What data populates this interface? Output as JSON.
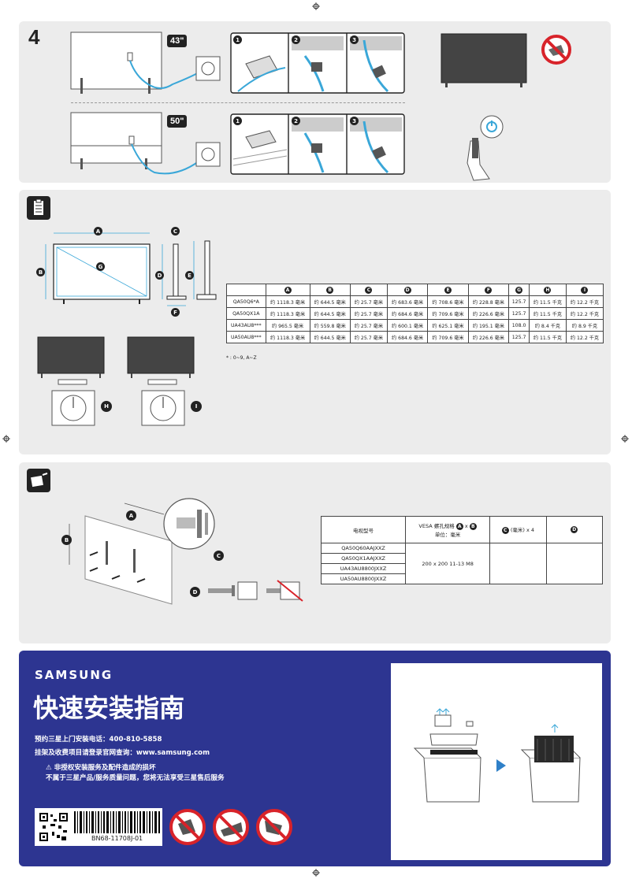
{
  "step1": {
    "number": "4",
    "size_43": "43\"",
    "size_50": "50\"",
    "substeps": [
      "1",
      "2",
      "3",
      "1",
      "2",
      "3"
    ]
  },
  "specs": {
    "dim_labels": [
      "A",
      "B",
      "C",
      "D",
      "E",
      "F",
      "G",
      "H",
      "I"
    ],
    "columns": [
      "A",
      "B",
      "C",
      "D",
      "E",
      "F",
      "G",
      "H",
      "I"
    ],
    "rows": [
      {
        "model": "QA50Q6*A",
        "cells": [
          "约 1118.3 毫米",
          "约 644.5 毫米",
          "约 25.7 毫米",
          "约 683.6 毫米",
          "约 708.6 毫米",
          "约 228.8 毫米",
          "125.7",
          "约  11.5 千克",
          "约  12.2 千克"
        ]
      },
      {
        "model": "QA50QX1A",
        "cells": [
          "约 1118.3 毫米",
          "约 644.5 毫米",
          "约 25.7 毫米",
          "约 684.6 毫米",
          "约 709.6 毫米",
          "约 226.6 毫米",
          "125.7",
          "约  11.5 千克",
          "约  12.2 千克"
        ]
      },
      {
        "model": "UA43AU8***",
        "cells": [
          "约 965.5 毫米",
          "约 559.8 毫米",
          "约 25.7 毫米",
          "约 600.1 毫米",
          "约 625.1 毫米",
          "约 195.1 毫米",
          "108.0",
          "约   8.4 千克",
          "约   8.9 千克"
        ]
      },
      {
        "model": "UA50AU8***",
        "cells": [
          "约 1118.3 毫米",
          "约 644.5 毫米",
          "约 25.7 毫米",
          "约 684.6 毫米",
          "约 709.6 毫米",
          "约 226.6 毫米",
          "125.7",
          "约  11.5 千克",
          "约  12.2 千克"
        ]
      }
    ],
    "footnote": "* : 0~9, A~Z"
  },
  "wall": {
    "labels": [
      "A",
      "B",
      "C",
      "D"
    ],
    "header_model": "电视型号",
    "header_vesa": "VESA 螺孔规格",
    "header_vesa_x": "x",
    "header_unit": "单位：毫米",
    "header_c": "(毫米)",
    "header_x4": "x 4",
    "models": [
      "QA50Q60AAJXXZ",
      "QA50QX1AAJXXZ",
      "UA43AU8800JXXZ",
      "UA50AU8800JXXZ"
    ],
    "vesa_value": "200 x 200 11-13 M8"
  },
  "cover": {
    "brand": "SAMSUNG",
    "title": "快速安装指南",
    "line1": "预约三星上门安装电话：400-810-5858",
    "line2": "挂架及收费项目请登录官网查询：www.samsung.com",
    "warn1": "⚠ 非授权安装服务及配件造成的损坏",
    "warn2": "不属于三星产品/服务质量问题，您将无法享受三星售后服务",
    "barcode_text": "BN68-11708J-01"
  },
  "colors": {
    "cover_blue": "#2d3591",
    "panel_gray": "#ececec",
    "cable_blue": "#3aa7d8",
    "prohibit_red": "#d8232a"
  }
}
